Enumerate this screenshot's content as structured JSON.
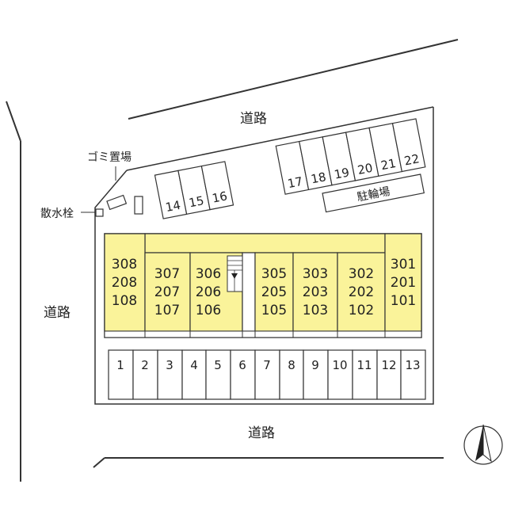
{
  "roads": {
    "north": "道路",
    "west": "道路",
    "south": "道路"
  },
  "garbage_label": "ゴミ置場",
  "water_faucet_label": "散水栓",
  "bicycle_parking_label": "駐輪場",
  "parking_spaces": [
    "1",
    "2",
    "3",
    "4",
    "5",
    "6",
    "7",
    "8",
    "9",
    "10",
    "11",
    "12",
    "13",
    "14",
    "15",
    "16",
    "17",
    "18",
    "19",
    "20",
    "21",
    "22"
  ],
  "rooms": [
    {
      "floors": [
        "308",
        "208",
        "108"
      ]
    },
    {
      "floors": [
        "307",
        "207",
        "107"
      ]
    },
    {
      "floors": [
        "306",
        "206",
        "106"
      ]
    },
    {
      "floors": [
        "305",
        "205",
        "105"
      ]
    },
    {
      "floors": [
        "303",
        "203",
        "103"
      ]
    },
    {
      "floors": [
        "302",
        "202",
        "102"
      ]
    },
    {
      "floors": [
        "301",
        "201",
        "101"
      ]
    }
  ],
  "colors": {
    "unit_fill": "#faf39a",
    "line": "#333333",
    "background": "#ffffff"
  },
  "compass_icon": "north-arrow-icon"
}
